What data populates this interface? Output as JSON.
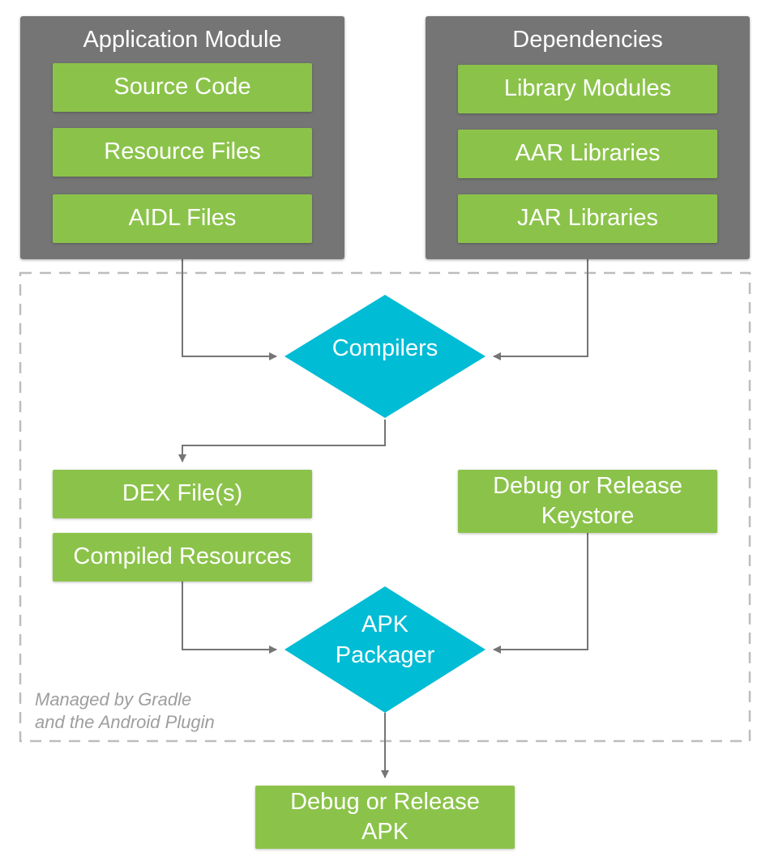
{
  "app_module": {
    "title": "Application Module",
    "items": [
      "Source Code",
      "Resource Files",
      "AIDL Files"
    ]
  },
  "dependencies": {
    "title": "Dependencies",
    "items": [
      "Library Modules",
      "AAR Libraries",
      "JAR Libraries"
    ]
  },
  "compilers": {
    "label": "Compilers"
  },
  "outputs": {
    "dex": "DEX File(s)",
    "resources": "Compiled Resources"
  },
  "keystore": {
    "line1": "Debug or Release",
    "line2": "Keystore"
  },
  "packager": {
    "line1": "APK",
    "line2": "Packager"
  },
  "managed_note": {
    "line1": "Managed by Gradle",
    "line2": "and the Android Plugin"
  },
  "final_apk": {
    "line1": "Debug or Release",
    "line2": "APK"
  },
  "colors": {
    "panel": "#757575",
    "green": "#8bc34a",
    "diamond": "#00bcd4",
    "connector": "#757575",
    "dashed_border": "#bdbdbd"
  }
}
